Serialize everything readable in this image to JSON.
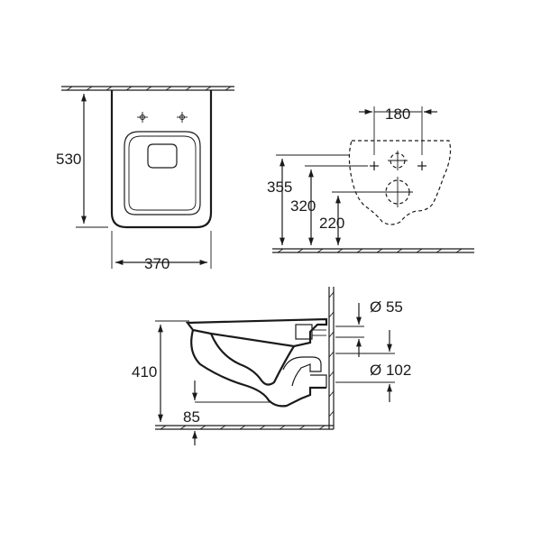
{
  "labels": {
    "top_view_depth": "530",
    "top_view_width": "370",
    "rear_fixing_spacing": "180",
    "rear_height_upper": "355",
    "rear_height_middle": "320",
    "rear_height_lower": "220",
    "outlet_diameter": "Ø 55",
    "inlet_diameter": "Ø 102",
    "side_height": "410",
    "side_offset": "85"
  }
}
